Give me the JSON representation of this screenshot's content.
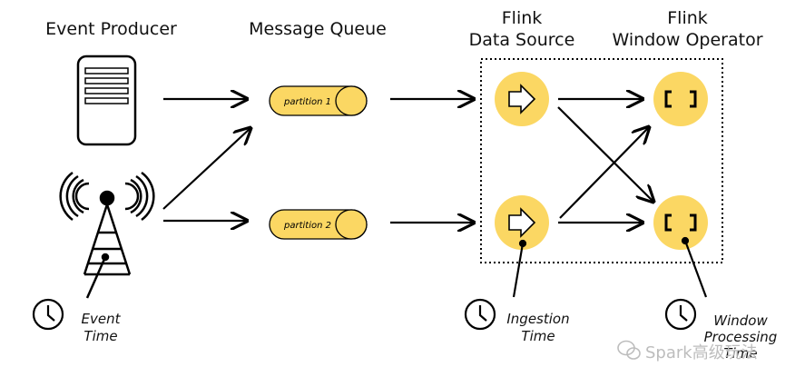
{
  "headers": {
    "event_producer": "Event Producer",
    "message_queue": "Message Queue",
    "flink_source_line1": "Flink",
    "flink_source_line2": "Data Source",
    "flink_window_line1": "Flink",
    "flink_window_line2": "Window Operator"
  },
  "partitions": [
    "partition 1",
    "partition 2"
  ],
  "time_labels": {
    "event_line1": "Event",
    "event_line2": "Time",
    "ingestion_line1": "Ingestion",
    "ingestion_line2": "Time",
    "processing_line1": "Window",
    "processing_line2": "Processing",
    "processing_line3": "Time"
  },
  "watermark": "Spark高级玩法",
  "colors": {
    "node_fill": "#fbd763",
    "stroke": "#000000"
  }
}
